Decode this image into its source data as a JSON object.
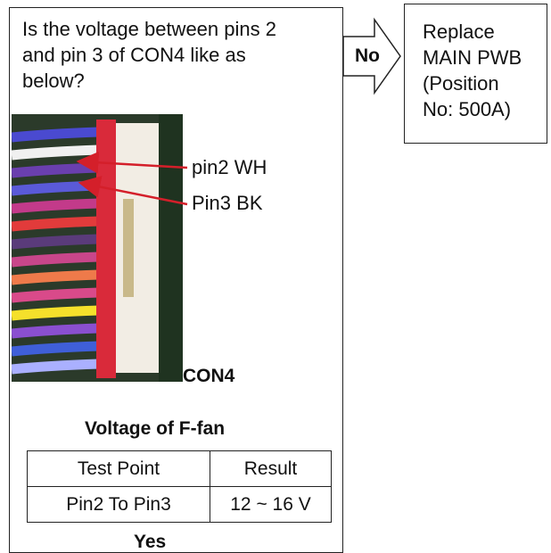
{
  "question": {
    "text_lines": [
      "Is the voltage between pins 2",
      "and pin 3 of CON4 like as",
      "below?"
    ]
  },
  "branch": {
    "label": "No"
  },
  "result": {
    "lines": [
      "Replace",
      "MAIN PWB",
      "(Position",
      "No: 500A)"
    ]
  },
  "photo": {
    "callouts": [
      "pin2 WH",
      "Pin3 BK"
    ],
    "connector_label": "CON4",
    "wire_colors": [
      "#4a4ad0",
      "#f0f0f0",
      "#6a3fae",
      "#5a5ad8",
      "#c33a8a",
      "#e23b3b",
      "#5a3b7a",
      "#c8468a",
      "#ee7a4a",
      "#d94a8a",
      "#f5e02b",
      "#8a4fd0",
      "#3f5fd8",
      "#aab0ff"
    ],
    "colors": {
      "connector_body": "#d92a3a",
      "connector_shell": "#f2ede4",
      "callout_arrow": "#d41f2a"
    }
  },
  "voltage": {
    "title": "Voltage of F-fan",
    "headers": [
      "Test Point",
      "Result"
    ],
    "rows": [
      [
        "Pin2 To Pin3",
        "12 ~ 16 V"
      ]
    ]
  },
  "cutoff_label": "Yes"
}
